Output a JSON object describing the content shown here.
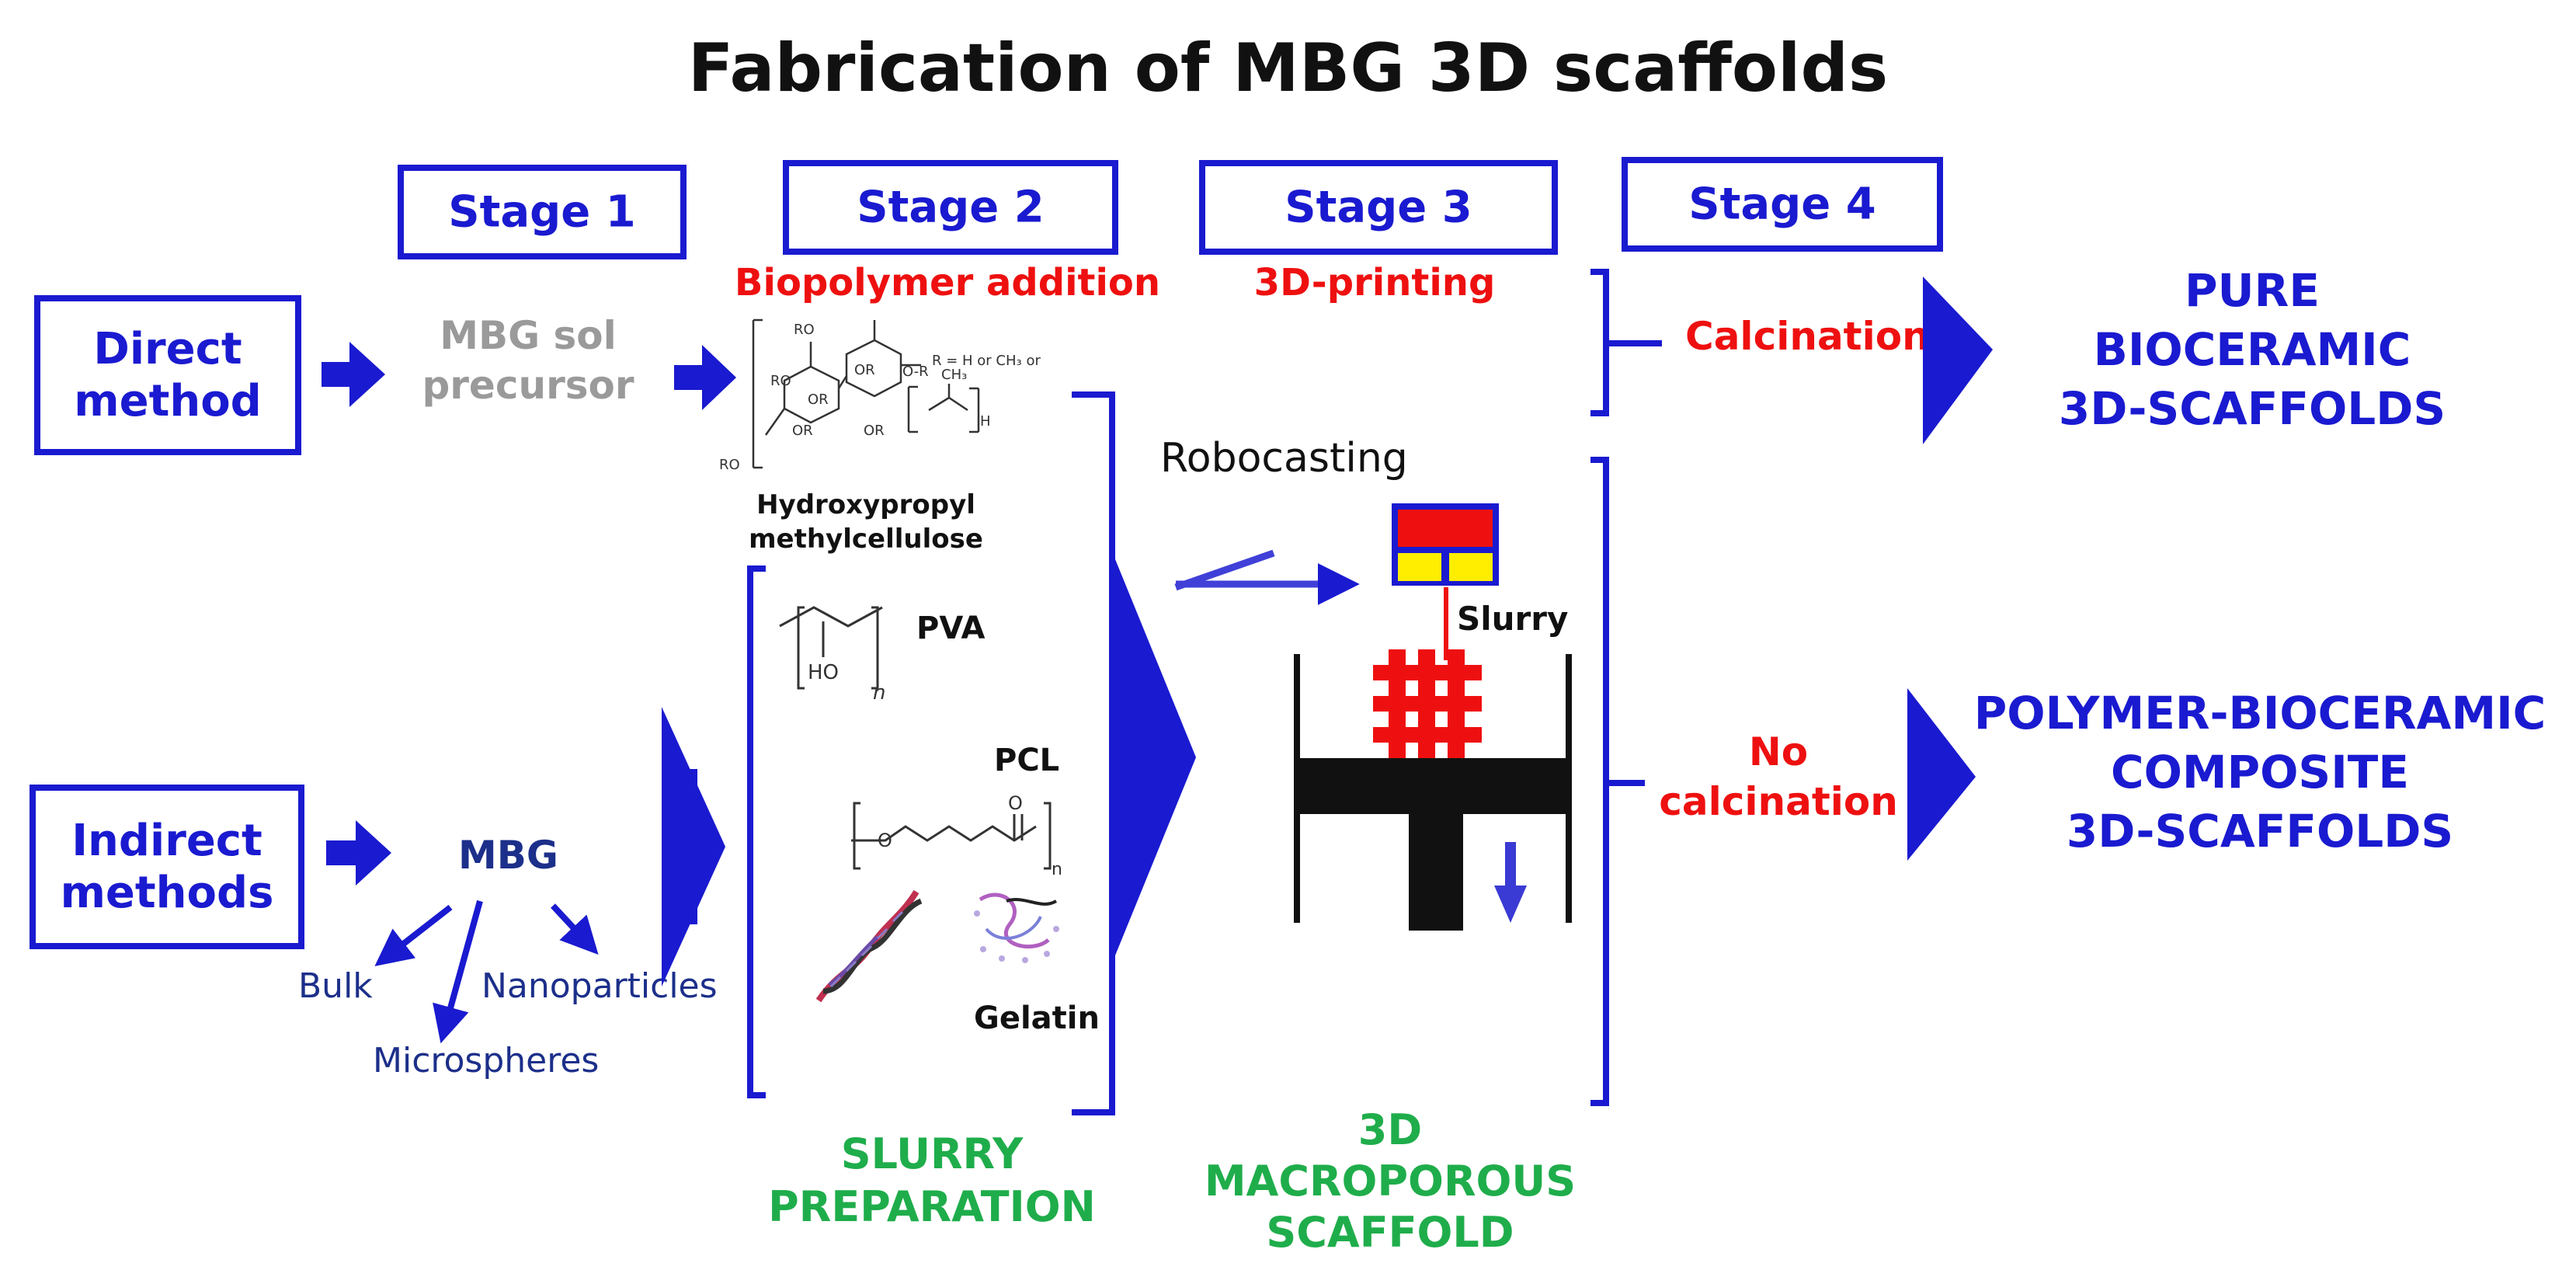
{
  "title": "Fabrication of MBG 3D scaffolds",
  "stages": [
    {
      "label": "Stage 1"
    },
    {
      "label": "Stage 2",
      "subtitle": "Biopolymer addition"
    },
    {
      "label": "Stage 3",
      "subtitle": "3D-printing"
    },
    {
      "label": "Stage 4"
    }
  ],
  "methods": {
    "direct": {
      "line1": "Direct",
      "line2": "method"
    },
    "indirect": {
      "line1": "Indirect",
      "line2": "methods"
    }
  },
  "stage1": {
    "sol_line1": "MBG sol",
    "sol_line2": "precursor",
    "mbg": "MBG",
    "forms": [
      "Bulk",
      "Microspheres",
      "Nanoparticles"
    ]
  },
  "stage2": {
    "hpmc_line1": "Hydroxypropyl",
    "hpmc_line2": "methylcellulose",
    "hpmc_formula_note": "R = H or CH₃ or",
    "pva": "PVA",
    "pcl": "PCL",
    "gelatin": "Gelatin",
    "footer_line1": "SLURRY",
    "footer_line2": "PREPARATION"
  },
  "stage3": {
    "robocasting": "Robocasting",
    "slurry": "Slurry",
    "footer_line1": "3D",
    "footer_line2": "MACROPOROUS",
    "footer_line3": "SCAFFOLD"
  },
  "stage4": {
    "calcination": "Calcination",
    "no_calc_line1": "No",
    "no_calc_line2": "calcination"
  },
  "outputs": {
    "pure_line1": "PURE",
    "pure_line2": "BIOCERAMIC",
    "pure_line3": "3D-SCAFFOLDS",
    "composite_line1": "POLYMER-BIOCERAMIC",
    "composite_line2": "COMPOSITE",
    "composite_line3": "3D-SCAFFOLDS"
  },
  "colors": {
    "primary_blue": "#1a1ad0",
    "accent_red": "#ee1010",
    "label_green": "#1fad4b",
    "muted_gray": "#9a9a9a",
    "printer_yellow": "#ffee00"
  }
}
